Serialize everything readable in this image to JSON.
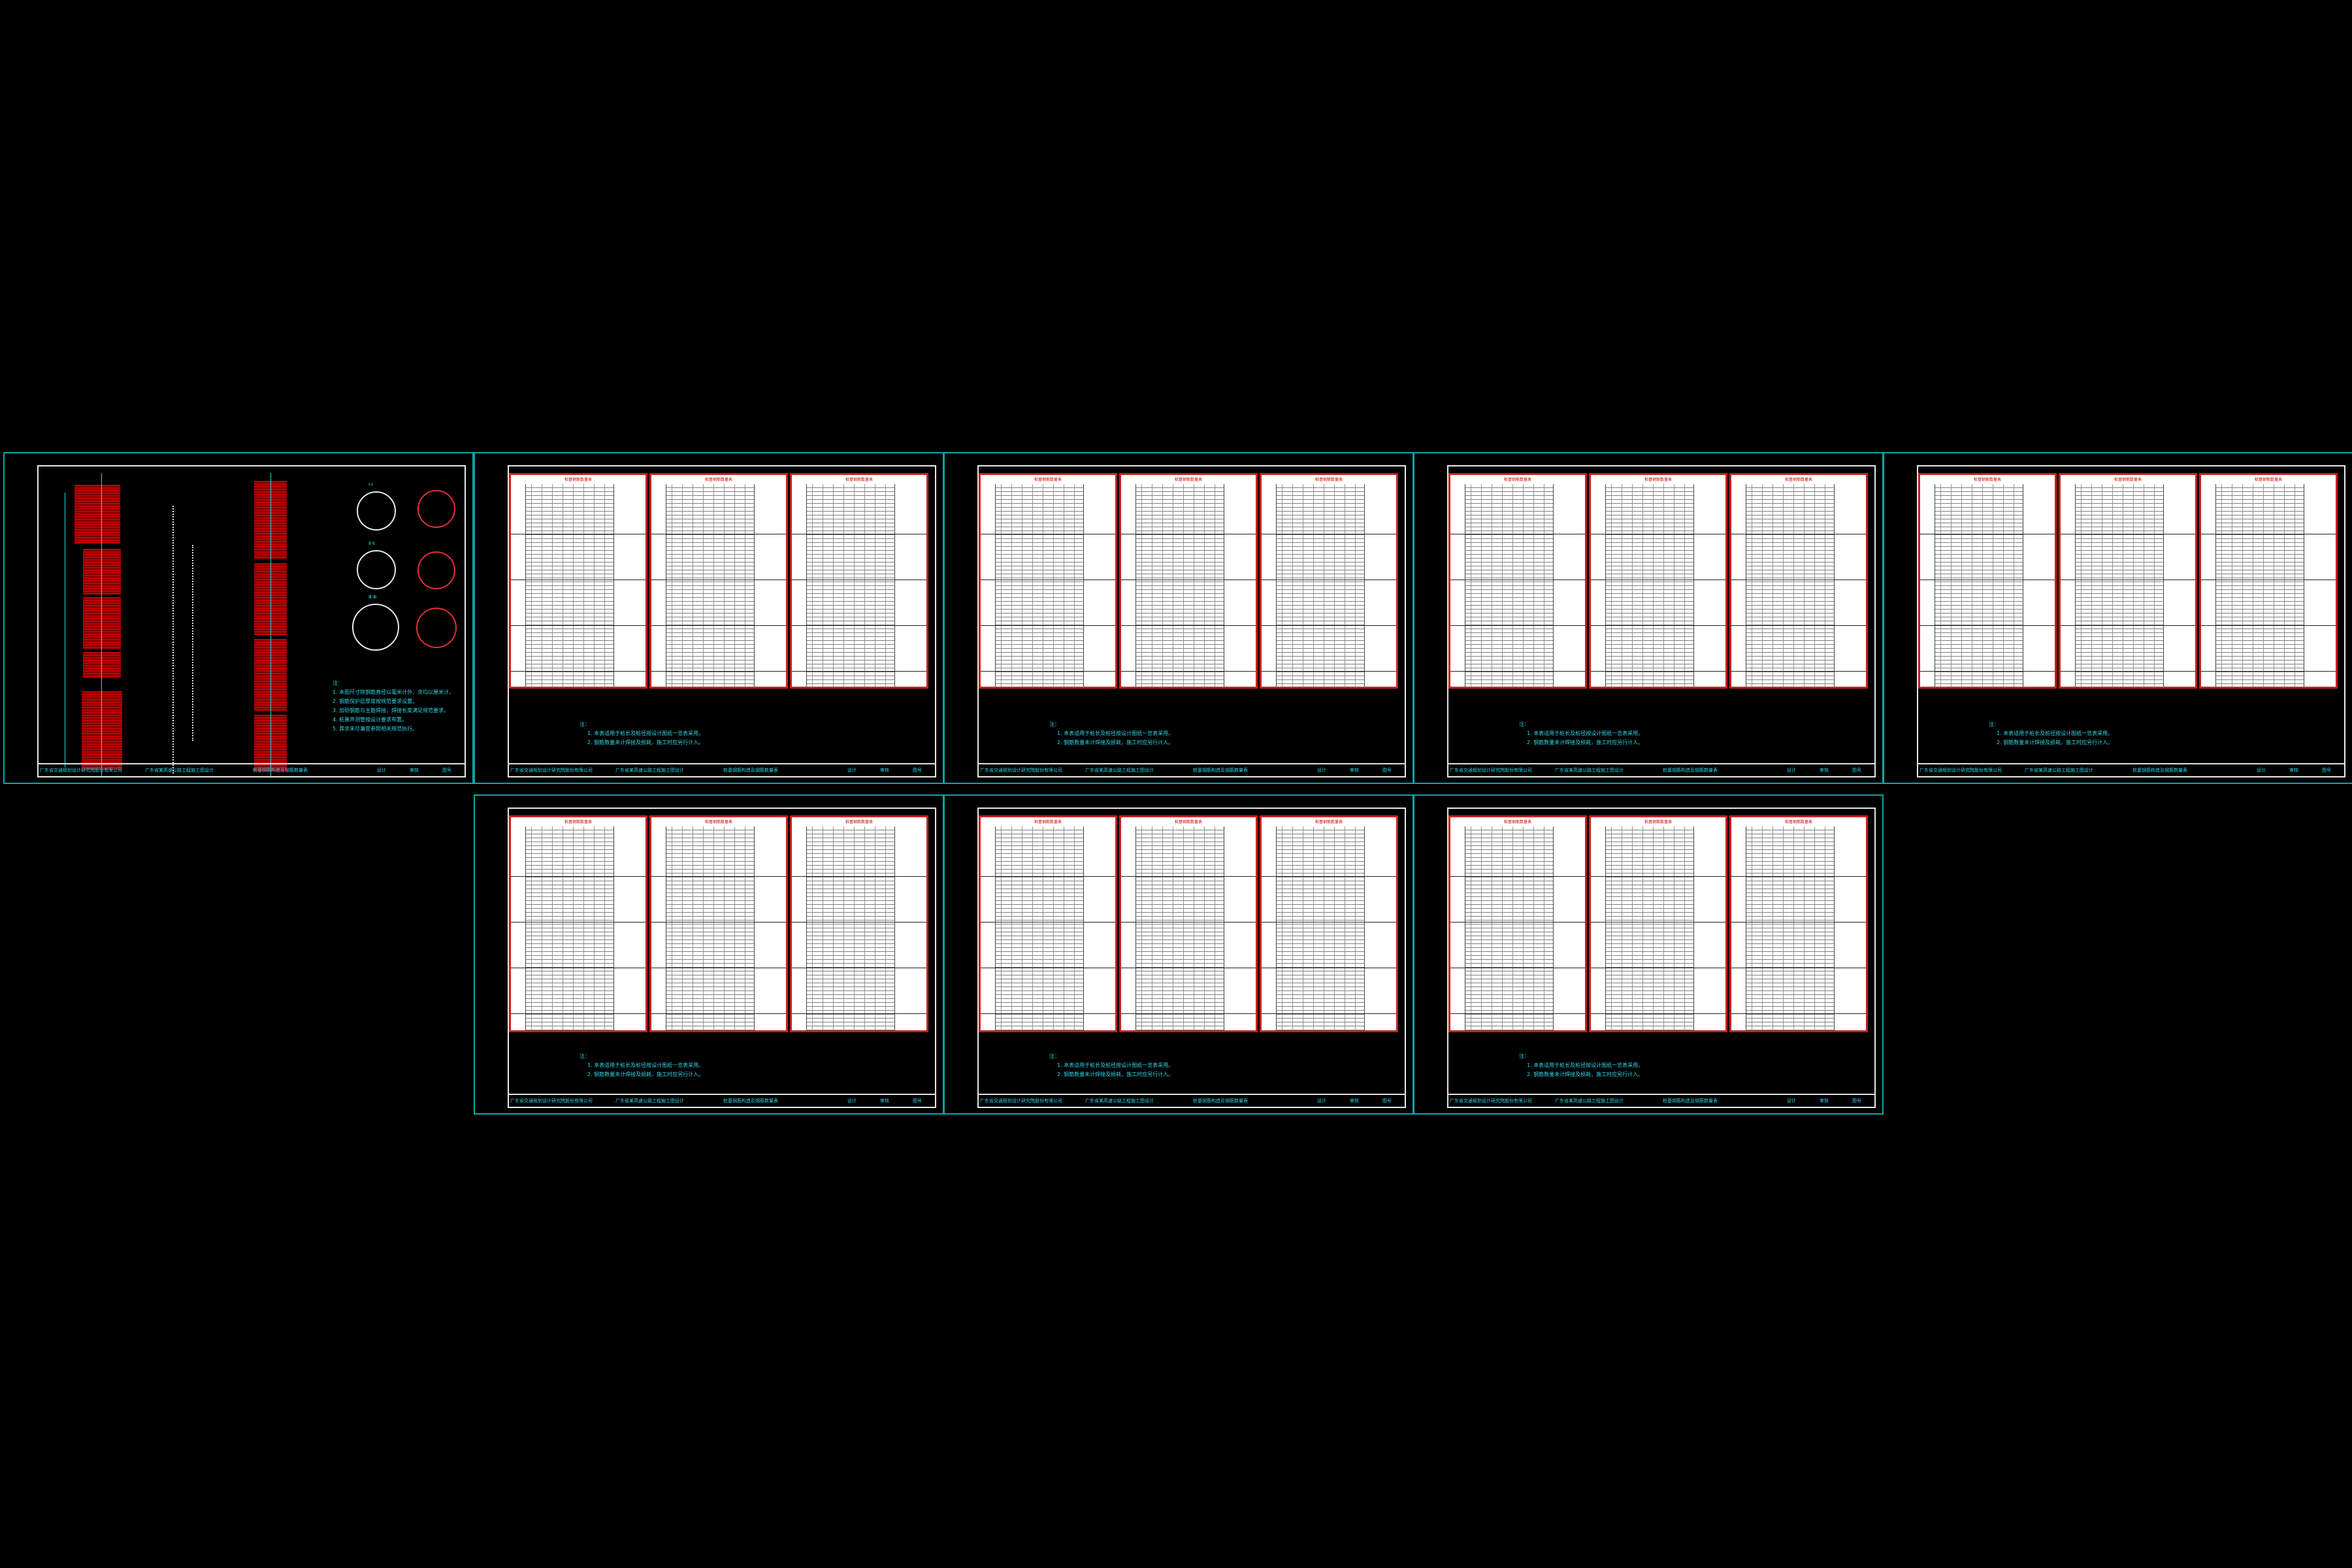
{
  "drawing": {
    "title_block": {
      "org": "广东省交通规划设计研究院股份有限公司",
      "project": "广东省某高速公路工程施工图设计",
      "drawing_title": "桩基钢筋构造及钢筋数量表",
      "design": "设计",
      "review": "审核",
      "sheet": "图号"
    },
    "notes": {
      "heading": "注：",
      "items": [
        "1. 本图尺寸除钢筋直径以毫米计外，余均以厘米计。",
        "2. 钢筋保护层厚度按规范要求设置。",
        "3. 加劲钢筋与主筋焊接，焊接长度满足规范要求。",
        "4. 桩基声测管按设计要求布置。",
        "5. 其余未尽事宜参照相关规范执行。"
      ],
      "section_labels": [
        "Ⅰ-Ⅰ",
        "Ⅱ-Ⅱ",
        "Ⅲ-Ⅲ"
      ]
    }
  },
  "table_sheet": {
    "table_title": "桩基钢筋数量表",
    "notes_heading": "注：",
    "notes": [
      "1. 本表适用于桩长及桩径按设计图纸一览表采用。",
      "2. 钢筋数量未计焊接及损耗，施工时应另行计入。"
    ]
  },
  "sheets": [
    {
      "type": "drawing"
    },
    {
      "type": "table"
    },
    {
      "type": "table"
    },
    {
      "type": "table"
    },
    {
      "type": "table"
    },
    {
      "type": "table"
    },
    {
      "type": "table"
    },
    {
      "type": "table"
    }
  ],
  "colors": {
    "frame": "#0aa6a6",
    "text": "#2fd7e6",
    "rebar": "#c40000",
    "table_border": "#c82020"
  }
}
